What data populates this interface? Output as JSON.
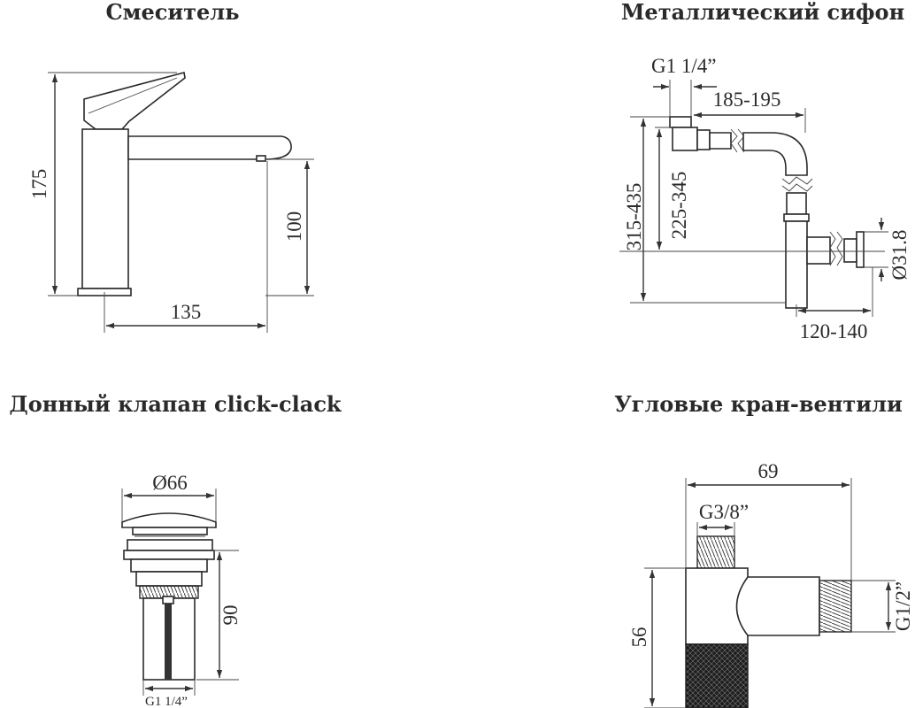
{
  "titles": {
    "mixer": "Смеситель",
    "siphon": "Металлический сифон",
    "drain": "Донный клапан click-clack",
    "valve": "Угловые кран-вентили"
  },
  "mixer": {
    "height_total": "175",
    "height_spout": "100",
    "reach": "135"
  },
  "siphon": {
    "thread": "G1 1/4”",
    "width": "185-195",
    "height_outer": "315-435",
    "height_inner": "225-345",
    "diameter": "Ø31.8",
    "offset": "120-140"
  },
  "drain": {
    "diameter": "Ø66",
    "height": "90",
    "thread": "G1 1/4”"
  },
  "valve": {
    "width": "69",
    "thread_top": "G3/8”",
    "thread_side": "G1/2”",
    "height": "56"
  },
  "colors": {
    "line": "#333333",
    "text": "#2a2a2a",
    "knurl": "#1e1e1e",
    "background": "#ffffff"
  }
}
